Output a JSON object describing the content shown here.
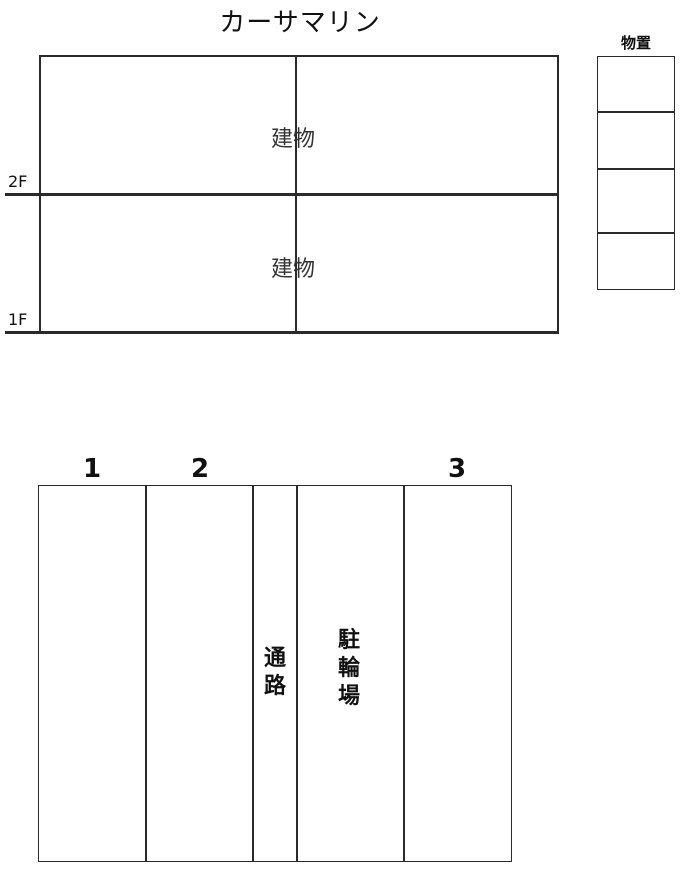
{
  "title": "カーサマリン",
  "storage": {
    "label": "物置",
    "cells": 4
  },
  "building": {
    "upper_label": "建物",
    "lower_label": "建物",
    "floors": [
      {
        "label": "2F"
      },
      {
        "label": "1F"
      }
    ]
  },
  "parking": {
    "slots": [
      {
        "number": "1"
      },
      {
        "number": "2"
      },
      {
        "number": "3"
      }
    ],
    "passage_label": [
      "通",
      "路"
    ],
    "bicycle_label": [
      "駐",
      "輪",
      "場"
    ]
  }
}
